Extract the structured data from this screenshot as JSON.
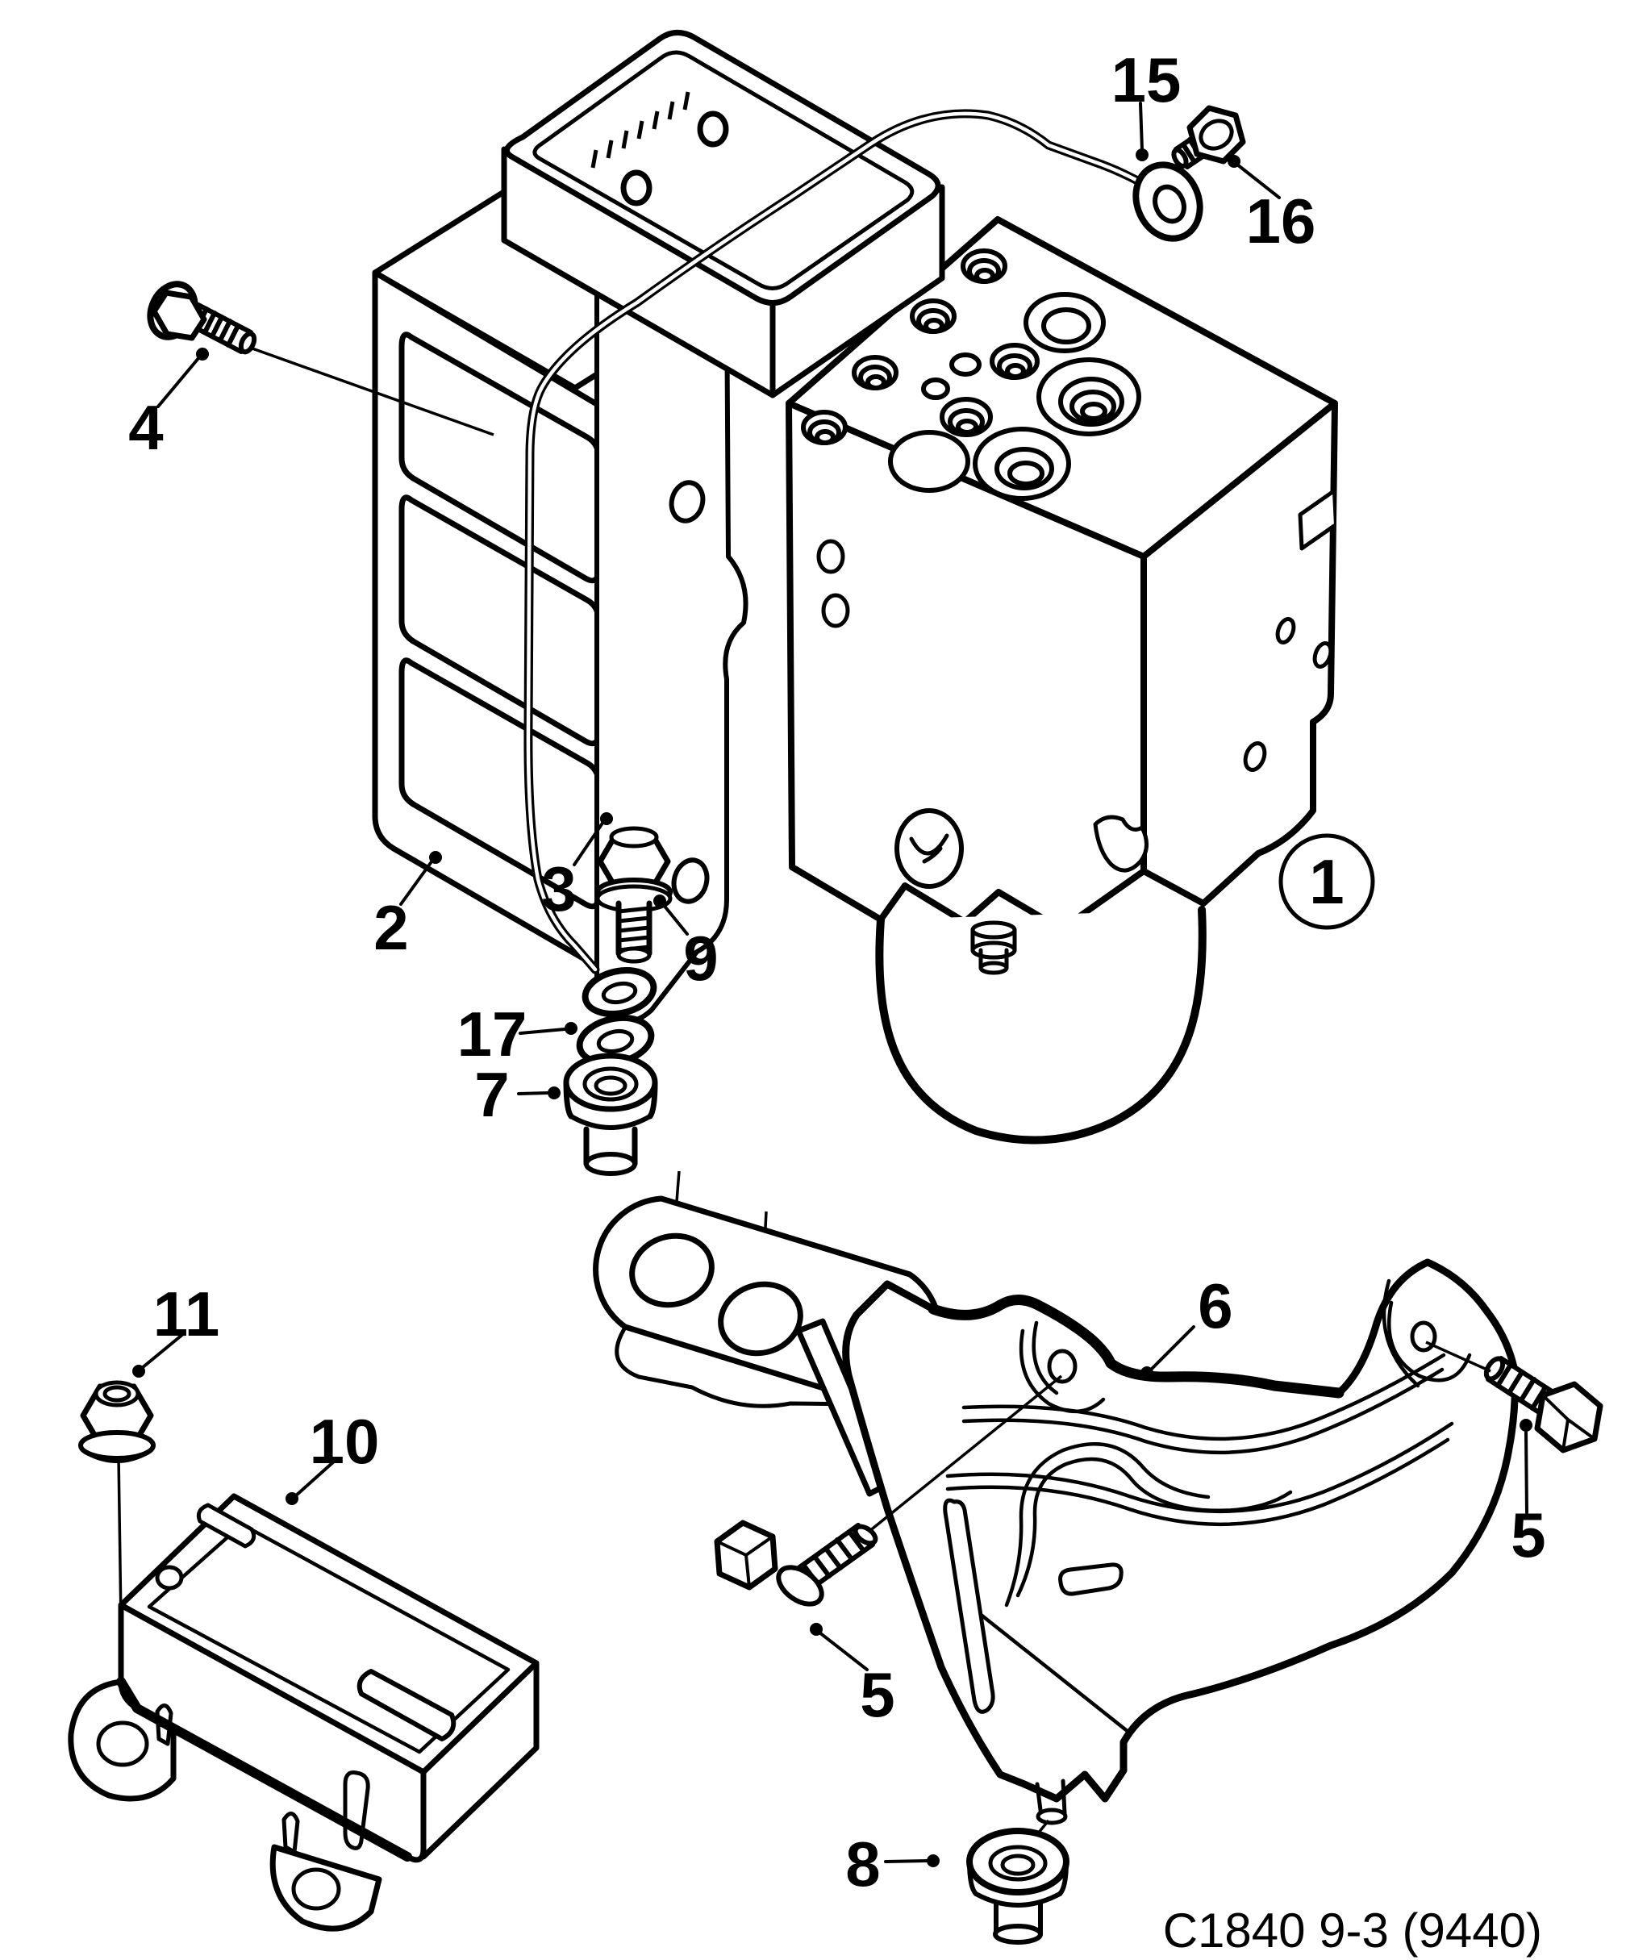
{
  "figure": {
    "background": "#ffffff",
    "ink": "#000000",
    "caption": "C1840 9-3 (9440)",
    "callouts": {
      "c1": "1",
      "c2": "2",
      "c3": "3",
      "c4": "4",
      "c5_left": "5",
      "c5_right": "5",
      "c6": "6",
      "c7": "7",
      "c8": "8",
      "c9": "9",
      "c10": "10",
      "c11": "11",
      "c15": "15",
      "c16": "16",
      "c17": "17"
    }
  }
}
